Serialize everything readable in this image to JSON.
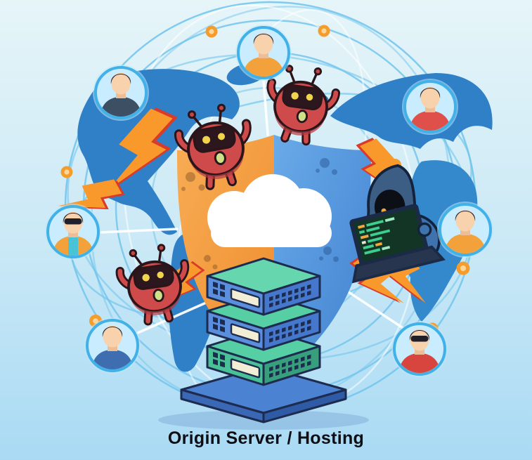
{
  "caption": {
    "title": "Origin Server / Hosting"
  },
  "illustration": {
    "alt": "Cloud security shield protecting origin servers from DDoS bot attacks over a world network",
    "background": {
      "top": "#e6f5f8",
      "bottom": "#a9daf4"
    },
    "shield": {
      "left_half": "#ef8c2e",
      "right_half": "#3f81d1",
      "cloud": "#ffffff"
    },
    "map_color": "#2f80c7",
    "network_ring_color": "#74c6ed",
    "node_dot_color": "#f49d2c",
    "lightning_bolts": 6,
    "bolt_colors": {
      "fill": "#f9992b",
      "edge": "#d93a2a"
    },
    "attack_bots": {
      "count": 3,
      "body_color": "#cf4b4b",
      "eye_color": "#f0d44e"
    },
    "hacker": {
      "count": 1,
      "hoodie_color": "#3f73ad",
      "screen_color": "#123526"
    },
    "avatars": [
      {
        "position": "top",
        "shirt": "#f3a23b",
        "shades": false
      },
      {
        "position": "top-left",
        "shirt": "#3d4f63",
        "shades": false
      },
      {
        "position": "left",
        "shirt": "#f3a23b",
        "shades": true
      },
      {
        "position": "bottom-left",
        "shirt": "#3e6eb0",
        "shades": false
      },
      {
        "position": "top-right",
        "shirt": "#e0504a",
        "shades": false
      },
      {
        "position": "right",
        "shirt": "#f3a23b",
        "shades": false
      },
      {
        "position": "bottom-right",
        "shirt": "#d8453f",
        "shades": true
      }
    ],
    "network_dots": 7,
    "servers": {
      "units": 3,
      "top_color": "#57cfa4",
      "front_blue": "#5b8fdd",
      "front_green": "#49c096",
      "panel_color": "#f2edd5"
    }
  }
}
